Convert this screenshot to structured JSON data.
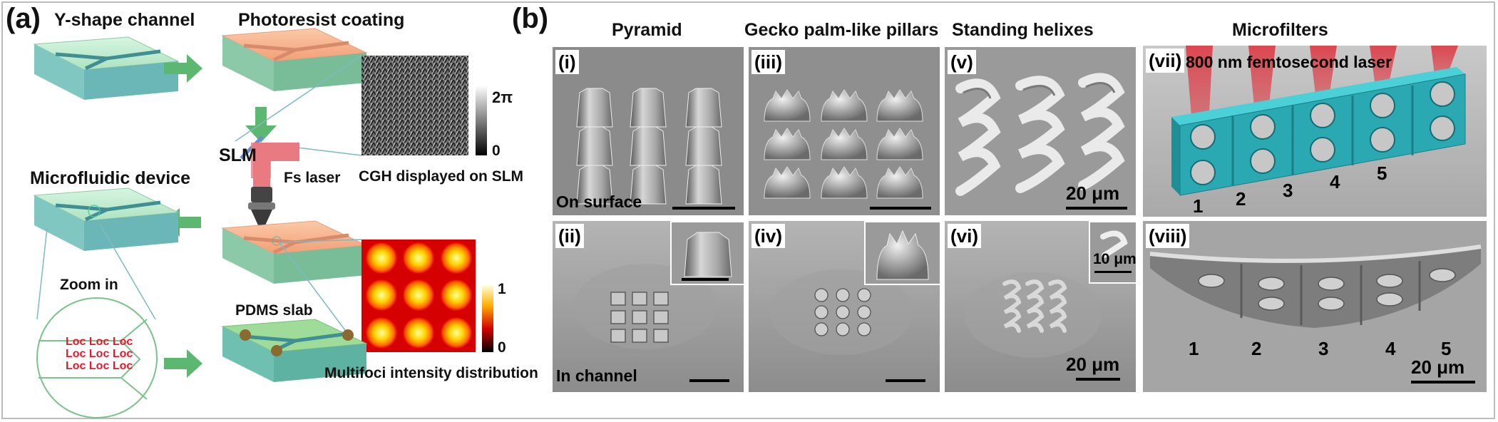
{
  "panel_a": {
    "letter": "(a)",
    "y_shape_channel": "Y-shape channel",
    "photoresist_coating": "Photoresist coating",
    "slm": "SLM",
    "fs_laser": "Fs laser",
    "cgh_caption": "CGH displayed on SLM",
    "cgh_max": "2π",
    "cgh_min": "0",
    "microfluidic_device": "Microfluidic device",
    "zoom_in": "Zoom in",
    "loc_label": "Loc",
    "pdms_slab": "PDMS slab",
    "multifoci_caption": "Multifoci intensity distribution",
    "intensity_max": "1",
    "intensity_min": "0"
  },
  "panel_b": {
    "letter": "(b)",
    "columns": [
      "Pyramid",
      "Gecko palm-like pillars",
      "Standing helixes",
      "Microfilters"
    ],
    "tiles": [
      "(i)",
      "(ii)",
      "(iii)",
      "(iv)",
      "(v)",
      "(vi)",
      "(vii)",
      "(viii)"
    ],
    "on_surface": "On surface",
    "in_channel": "In channel",
    "scale_20": "20 μm",
    "scale_10": "10 μm",
    "laser_caption": "800 nm femtosecond laser",
    "filter_numbers": [
      "1",
      "2",
      "3",
      "4",
      "5"
    ]
  },
  "colors": {
    "chip_green": "#bfead0",
    "chip_orange": "#f6b48f",
    "arrow_green": "#5cb870",
    "microfilter_cyan": "#2aa9b3",
    "laser_red": "#e0303a",
    "loc_red": "#e8192c"
  }
}
